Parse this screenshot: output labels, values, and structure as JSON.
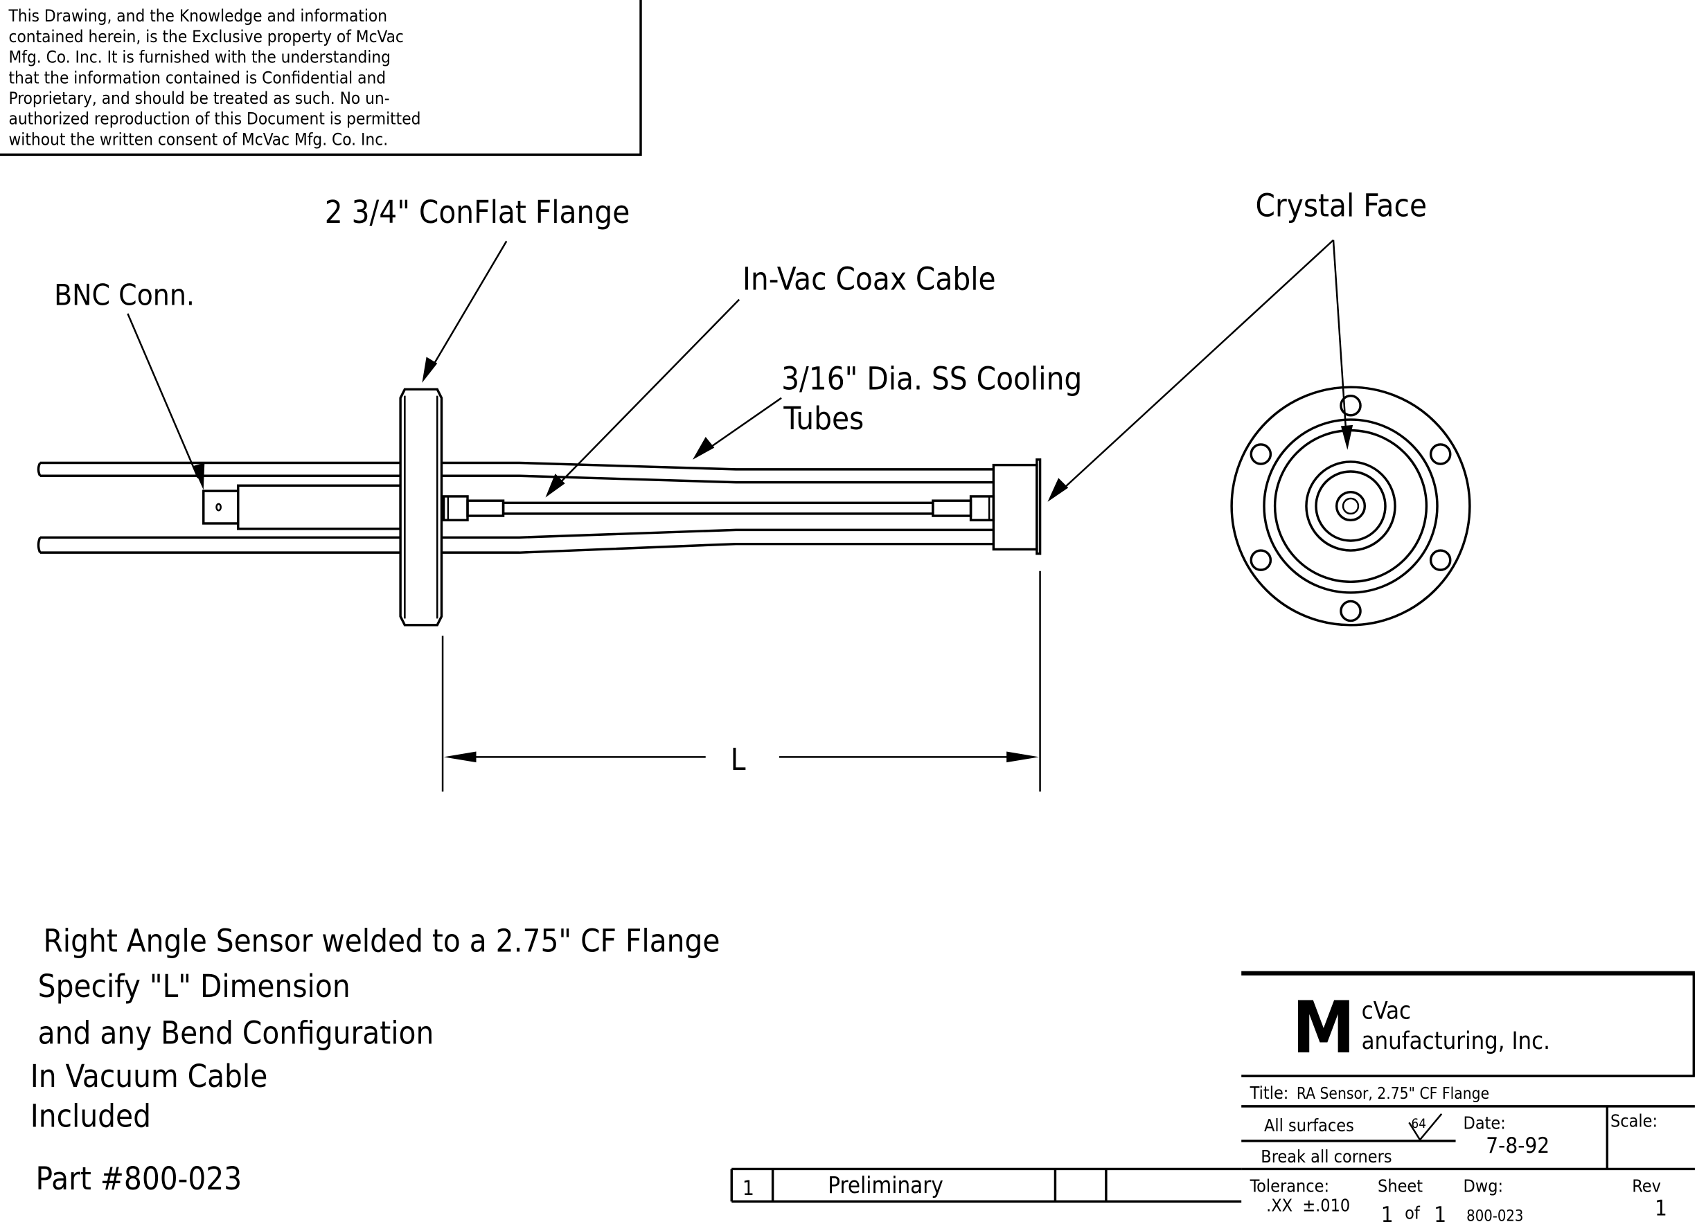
{
  "disclaimer": {
    "lines": [
      "This Drawing, and the Knowledge and information",
      "contained herein, is the Exclusive property of McVac",
      "Mfg. Co. Inc. It is furnished with the understanding",
      "that the information contained is Confidential and",
      "Proprietary, and should be treated as such. No un-",
      "authorized reproduction of this Document is permitted",
      "without the written consent of McVac Mfg. Co. Inc."
    ]
  },
  "callouts": {
    "flange": "2 3/4\" ConFlat Flange",
    "bnc": "BNC Conn.",
    "coax": "In-Vac Coax Cable",
    "tubes_line1": "3/16\" Dia. SS Cooling",
    "tubes_line2": "Tubes",
    "crystal": "Crystal Face",
    "dimension": "L"
  },
  "notes": {
    "lines": [
      "Right Angle Sensor welded to a 2.75\" CF Flange",
      "Specify \"L\" Dimension",
      "and any Bend Configuration",
      "In Vacuum Cable",
      "Included"
    ],
    "part": "Part #800-023"
  },
  "title_block": {
    "logo_letter": "M",
    "company_line1": "cVac",
    "company_line2": "anufacturing, Inc.",
    "title_label": "Title:",
    "title_value": "RA Sensor, 2.75\" CF Flange",
    "surfaces": "All surfaces",
    "finish": "64",
    "corners": "Break all corners",
    "date_label": "Date:",
    "date_value": "7-8-92",
    "scale_label": "Scale:",
    "tolerance_label": "Tolerance:",
    "tolerance_value": ".XX  ±.010",
    "sheet_label": "Sheet",
    "sheet_num": "1",
    "sheet_of": "of",
    "sheet_total": "1",
    "dwg_label": "Dwg:",
    "dwg_value": "800-023",
    "rev_label": "Rev",
    "rev_value": "1"
  },
  "revision_row": {
    "number": "1",
    "description": "Preliminary"
  }
}
